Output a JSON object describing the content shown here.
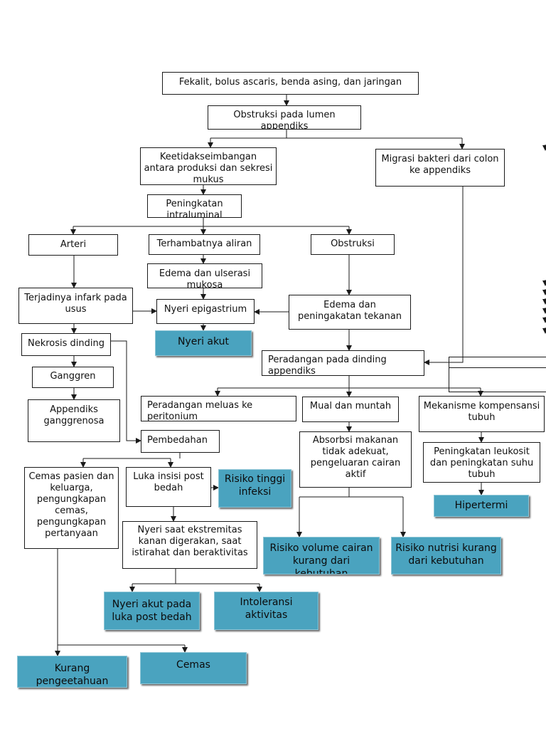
{
  "nodes": {
    "fekalit": "Fekalit, bolus ascaris, benda asing, dan jaringan",
    "obstruksi_lumen": "Obstruksi pada lumen appendiks",
    "ketidakseimbangan": "Keetidakseimbangan antara produksi dan sekresi mukus",
    "migrasi": "Migrasi bakteri dari colon ke appendiks",
    "peningkatan": "Peningkatan intraluminal",
    "arteri": "Arteri",
    "terhambat": "Terhambatnya aliran",
    "obstruksi": "Obstruksi",
    "edema_ulserasi": "Edema dan ulserasi mukosa",
    "infark": "Terjadinya infark pada usus",
    "nyeri": "Nyeri epigastrium",
    "edema_peningkatan": "Edema dan peningakatan tekanan",
    "nekrosis": "Nekrosis dinding",
    "peradangan_dinding": "Peradangan pada dinding appendiks",
    "ganggren": "Ganggren",
    "appendiks_ganggrenosa": "Appendiks ganggrenosa",
    "peradangan_meluas": "Peradangan meluas ke peritonium",
    "mual": "Mual dan muntah",
    "mekanisme": "Mekanisme kompensansi tubuh",
    "pembedahan": "Pembedahan",
    "absorbsi": "Absorbsi makanan tidak adekuat, pengeluaran cairan aktif",
    "leukosit": "Peningkatan leukosit dan peningkatan suhu tubuh",
    "cemas_pasien": "Cemas pasien dan keluarga, pengungkapan cemas, pengungkapan pertanyaan",
    "luka_insisi": "Luka insisi post bedah",
    "nyeri_ekstremitas": "Nyeri saat ekstremitas kanan digerakan, saat istirahat dan beraktivitas"
  },
  "diagnoses": {
    "nyeri_akut": "Nyeri akut",
    "risiko_infeksi": "Risiko tinggi infeksi",
    "hipertermi": "Hipertermi",
    "risiko_volume": "Risiko volume cairan kurang dari kebutuhan",
    "risiko_nutrisi": "Risiko nutrisi kurang dari kebutuhan",
    "nyeri_luka": "Nyeri akut pada luka post bedah",
    "intoleransi": "Intoleransi aktivitas",
    "kurang_pengetahuan": "Kurang pengeetahuan",
    "cemas": "Cemas"
  },
  "colors": {
    "diagnosis_fill": "#4aa3bf",
    "diagnosis_border": "#8fc6d6",
    "line": "#1a1a1a"
  }
}
